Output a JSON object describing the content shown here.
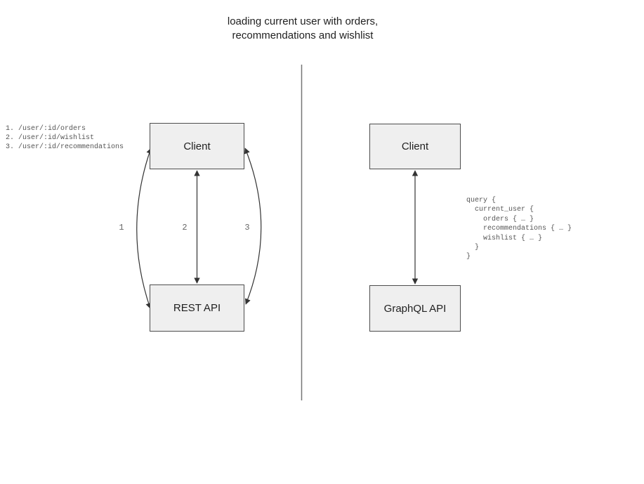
{
  "title": "loading current user with orders,\nrecommendations and wishlist",
  "left_panel": {
    "client_label": "Client",
    "api_label": "REST API",
    "endpoints": [
      "1. /user/:id/orders",
      "2. /user/:id/wishlist",
      "3. /user/:id/recommendations"
    ],
    "arrow_labels": [
      "1",
      "2",
      "3"
    ]
  },
  "right_panel": {
    "client_label": "Client",
    "api_label": "GraphQL API",
    "query_lines": [
      "query {",
      "  current_user {",
      "    orders { … }",
      "    recommendations { … }",
      "    wishlist { … }",
      "  }",
      "}"
    ]
  },
  "colors": {
    "box_fill": "#efefef",
    "box_border": "#4d4d4d",
    "arrow": "#333333",
    "edge_label": "#666666",
    "code_text": "#555555",
    "divider": "#757575"
  }
}
